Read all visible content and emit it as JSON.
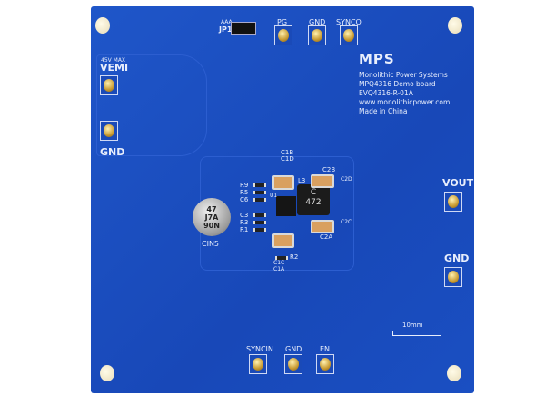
{
  "board": {
    "color": "#1a4fc0",
    "logo": "MPS",
    "info": [
      "Monolithic Power Systems",
      "MPQ4316 Demo board",
      "EVQ4316-R-01A",
      "www.monolithicpower.com",
      "Made in China"
    ],
    "jumper": "JP1",
    "jumper_pins": "AAA",
    "vin_max": "45V MAX",
    "terminals": {
      "pg": "PG",
      "gnd_top": "GND",
      "synco": "SYNCO",
      "vemi": "VEMI",
      "gnd_left": "GND",
      "vout": "VOUT",
      "gnd_right": "GND",
      "syncin": "SYNCIN",
      "gnd_bottom": "GND",
      "en": "EN"
    },
    "components": {
      "cin5": "CIN5",
      "cap_marking": [
        "47",
        "J7A",
        "90N"
      ],
      "c1b": "C1B",
      "c1d": "C1D",
      "c2b": "C2B",
      "c2d": "C2D",
      "c2c": "C2C",
      "c2a": "C2A",
      "l3": "L3",
      "u1": "U1",
      "inductor_marking": [
        "C",
        "472"
      ],
      "r9": "R9",
      "r5": "R5",
      "c6": "C6",
      "c3": "C3",
      "r3": "R3",
      "r1": "R1",
      "r2": "R2",
      "c1c": "C1C",
      "c1a": "C1A"
    },
    "scale": "10mm"
  }
}
